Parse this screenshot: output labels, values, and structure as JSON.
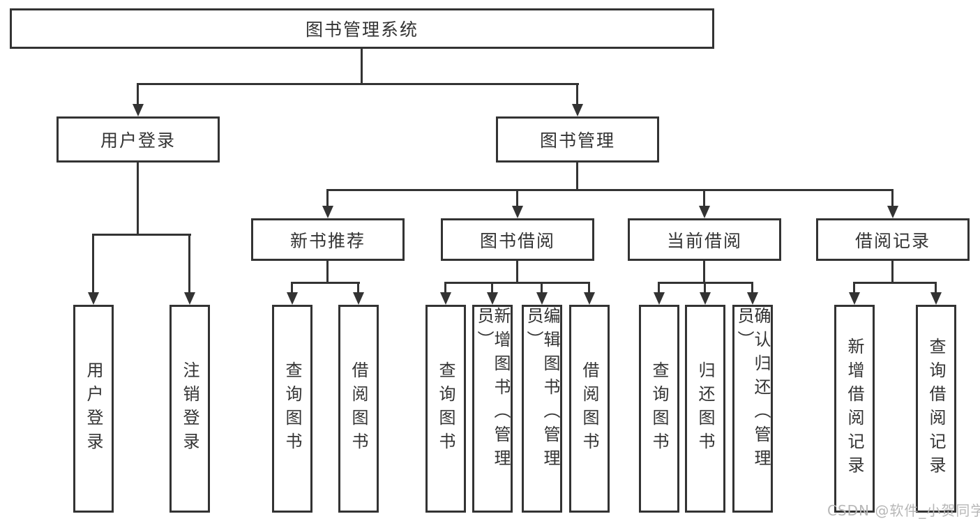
{
  "root": {
    "label": "图书管理系统"
  },
  "branches": [
    {
      "label": "用户登录",
      "children": [
        {
          "label": "用户登录"
        },
        {
          "label": "注销登录"
        }
      ]
    },
    {
      "label": "图书管理",
      "groups": [
        {
          "label": "新书推荐",
          "children": [
            {
              "label": "查询图书"
            },
            {
              "label": "借阅图书"
            }
          ]
        },
        {
          "label": "图书借阅",
          "children": [
            {
              "label": "查询图书"
            },
            {
              "label": "新增图书（管理员）"
            },
            {
              "label": "编辑图书（管理员）"
            },
            {
              "label": "借阅图书"
            }
          ]
        },
        {
          "label": "当前借阅",
          "children": [
            {
              "label": "查询图书"
            },
            {
              "label": "归还图书"
            },
            {
              "label": "确认归还（管理员）"
            }
          ]
        },
        {
          "label": "借阅记录",
          "children": [
            {
              "label": "新增借阅记录"
            },
            {
              "label": "查询借阅记录"
            }
          ]
        }
      ]
    }
  ],
  "watermark": {
    "text": "CSDN @软件_小贺同学"
  },
  "colors": {
    "line": "#333333",
    "box_border": "#333333",
    "text": "#333333",
    "watermark": "#b7b7b7",
    "background": "#ffffff"
  }
}
